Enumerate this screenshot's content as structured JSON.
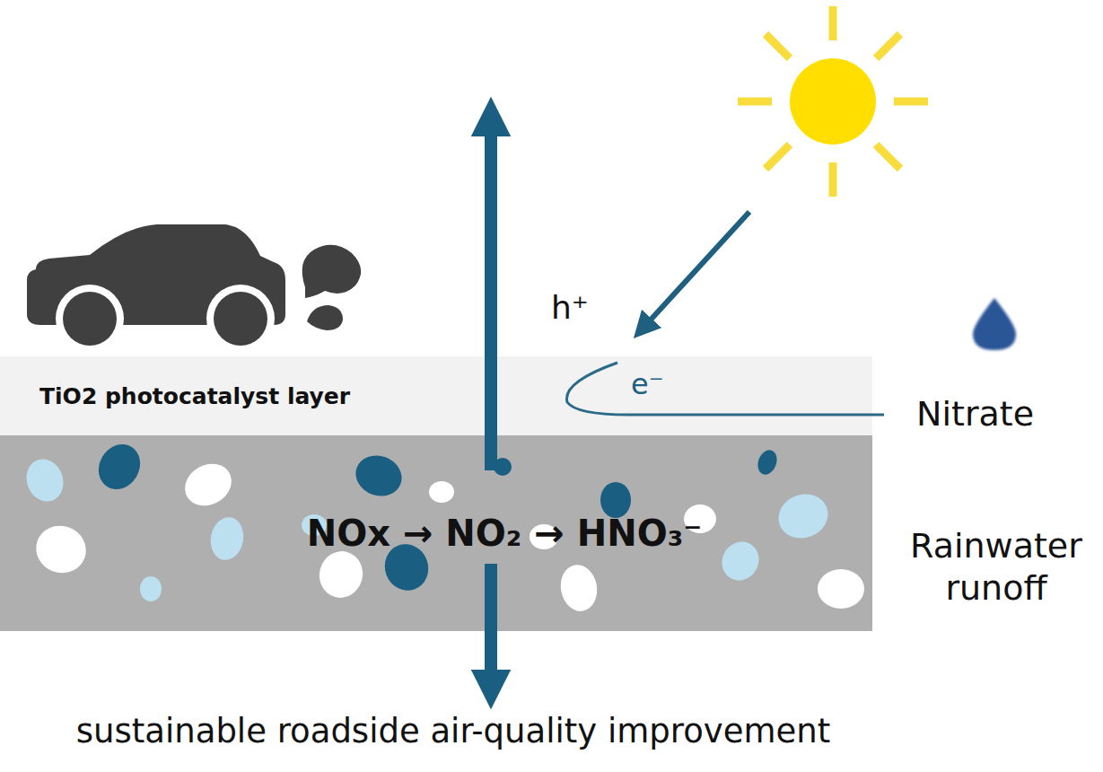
{
  "diagram": {
    "nodes": [
      {
        "text": [
          "TiO2 photocatalyst layer"
        ]
      },
      {
        "text": [
          "NOx → NO₂ → HNO₃⁻"
        ]
      }
    ],
    "labels": [
      "h⁺",
      "e⁻",
      "Nitrate",
      "Rainwater runoff",
      "sustainable roadside air-quality improvement"
    ]
  }
}
